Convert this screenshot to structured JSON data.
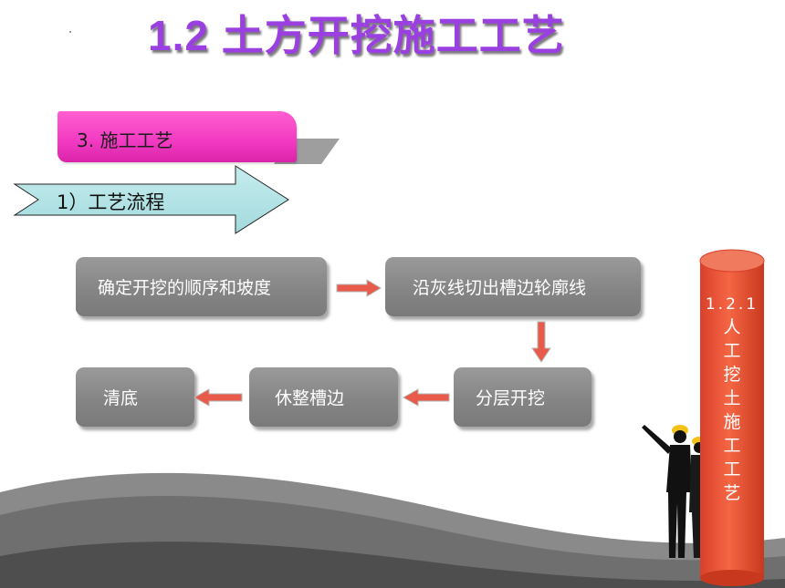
{
  "title": "1.2  土方开挖施工工艺",
  "section": "3. 施工工艺",
  "subsection": "1）工艺流程",
  "steps": [
    "确定开挖的顺序和坡度",
    "沿灰线切出槽边轮廓线",
    "分层开挖",
    "休整槽边",
    "清底"
  ],
  "side_label": {
    "number": "1.2.1",
    "chars": [
      "人",
      "工",
      "挖",
      "土",
      "施",
      "工",
      "工",
      "艺"
    ]
  },
  "colors": {
    "title": "#9b40e0",
    "banner": "#f13ac2",
    "arrow_fill": "#b4e4e6",
    "step_box": "#858585",
    "flow_arrow": "#e85a4a",
    "cylinder": "#f0573a"
  }
}
